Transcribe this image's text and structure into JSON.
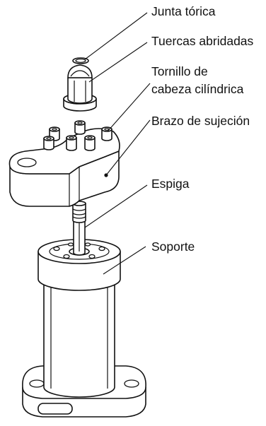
{
  "labels": {
    "o_ring": "Junta tórica",
    "flange_nuts": "Tuercas abridadas",
    "screw_line1": "Tornillo de",
    "screw_line2": "cabeza cilíndrica",
    "clamp_arm": "Brazo de sujeción",
    "pin": "Espiga",
    "support": "Soporte"
  }
}
